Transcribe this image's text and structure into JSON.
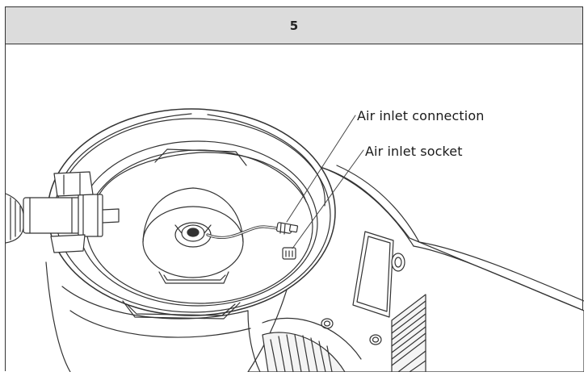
{
  "header": {
    "step_number": "5"
  },
  "callouts": {
    "air_inlet_connection": "Air inlet connection",
    "air_inlet_socket": "Air inlet socket"
  },
  "colors": {
    "line": "#333333",
    "header_fill": "#dcdcdc",
    "background": "#ffffff"
  }
}
